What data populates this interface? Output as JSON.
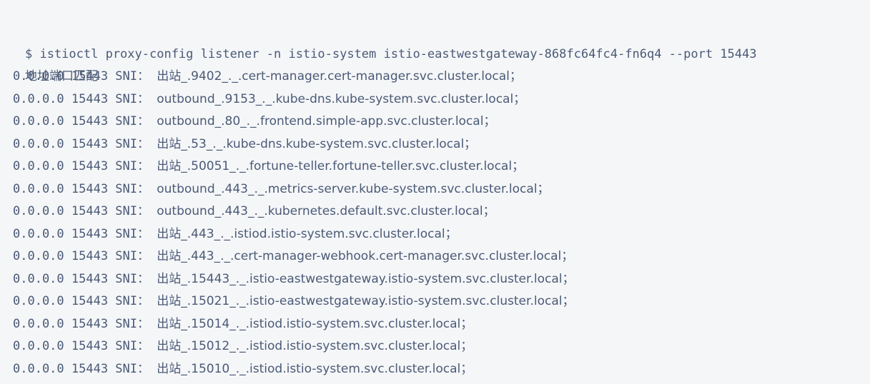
{
  "terminal": {
    "background_color": "#f5f6f8",
    "text_color": "#4a5a76",
    "prompt_symbol": "$",
    "command": "istioctl proxy-config listener -n istio-system istio-eastwestgateway-868fc64fc4-fn6q4 --port 15443",
    "command_full": "$ istioctl proxy-config listener -n istio-system istio-eastwestgateway-868fc64fc4-fn6q4 --port 15443",
    "column_header": "地址端口匹配",
    "rows": [
      {
        "address": "0.0.0.0",
        "port": "15443",
        "label": "SNI：",
        "prefix": "0.0.0.0 15443 SNI：",
        "value": "出站_.9402_._.cert-manager.cert-manager.svc.cluster.local；"
      },
      {
        "address": "0.0.0.0",
        "port": "15443",
        "label": "SNI：",
        "prefix": "0.0.0.0 15443 SNI：",
        "value": "outbound_.9153_._.kube-dns.kube-system.svc.cluster.local；"
      },
      {
        "address": "0.0.0.0",
        "port": "15443",
        "label": "SNI：",
        "prefix": "0.0.0.0 15443 SNI：",
        "value": "outbound_.80_._.frontend.simple-app.svc.cluster.local；"
      },
      {
        "address": "0.0.0.0",
        "port": "15443",
        "label": "SNI：",
        "prefix": "0.0.0.0 15443 SNI：",
        "value": "出站_.53_._.kube-dns.kube-system.svc.cluster.local；"
      },
      {
        "address": "0.0.0.0",
        "port": "15443",
        "label": "SNI：",
        "prefix": "0.0.0.0 15443 SNI：",
        "value": "出站_.50051_._.fortune-teller.fortune-teller.svc.cluster.local；"
      },
      {
        "address": "0.0.0.0",
        "port": "15443",
        "label": "SNI：",
        "prefix": "0.0.0.0 15443 SNI：",
        "value": "outbound_.443_._.metrics-server.kube-system.svc.cluster.local；"
      },
      {
        "address": "0.0.0.0",
        "port": "15443",
        "label": "SNI：",
        "prefix": "0.0.0.0 15443 SNI：",
        "value": "outbound_.443_._.kubernetes.default.svc.cluster.local；"
      },
      {
        "address": "0.0.0.0",
        "port": "15443",
        "label": "SNI：",
        "prefix": "0.0.0.0 15443 SNI：",
        "value": "出站_.443_._.istiod.istio-system.svc.cluster.local；"
      },
      {
        "address": "0.0.0.0",
        "port": "15443",
        "label": "SNI：",
        "prefix": "0.0.0.0 15443 SNI：",
        "value": "出站_.443_._.cert-manager-webhook.cert-manager.svc.cluster.local；"
      },
      {
        "address": "0.0.0.0",
        "port": "15443",
        "label": "SNI：",
        "prefix": "0.0.0.0 15443 SNI：",
        "value": "出站_.15443_._.istio-eastwestgateway.istio-system.svc.cluster.local；"
      },
      {
        "address": "0.0.0.0",
        "port": "15443",
        "label": "SNI：",
        "prefix": "0.0.0.0 15443 SNI：",
        "value": "出站_.15021_._.istio-eastwestgateway.istio-system.svc.cluster.local；"
      },
      {
        "address": "0.0.0.0",
        "port": "15443",
        "label": "SNI：",
        "prefix": "0.0.0.0 15443 SNI：",
        "value": "出站_.15014_._.istiod.istio-system.svc.cluster.local；"
      },
      {
        "address": "0.0.0.0",
        "port": "15443",
        "label": "SNI：",
        "prefix": "0.0.0.0 15443 SNI：",
        "value": "出站_.15012_._.istiod.istio-system.svc.cluster.local；"
      },
      {
        "address": "0.0.0.0",
        "port": "15443",
        "label": "SNI：",
        "prefix": "0.0.0.0 15443 SNI：",
        "value": "出站_.15010_._.istiod.istio-system.svc.cluster.local；"
      }
    ]
  }
}
